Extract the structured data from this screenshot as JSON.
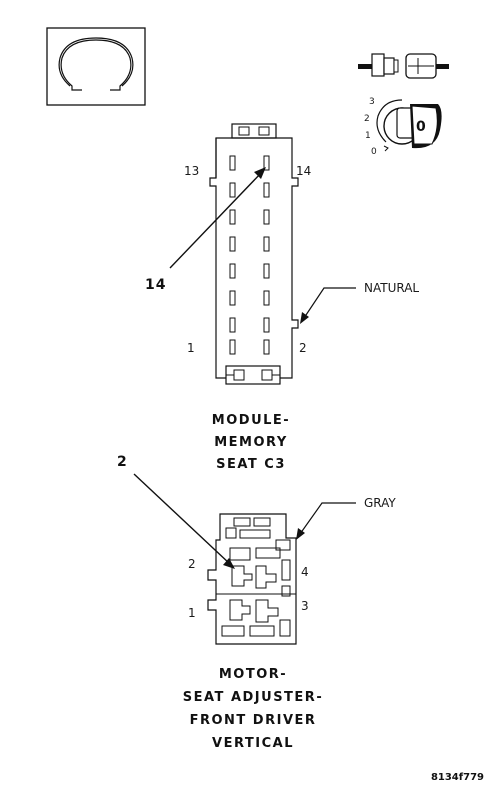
{
  "symbol": {
    "icon": "ohm-symbol-icon"
  },
  "key_switch": {
    "positions": [
      "3",
      "2",
      "1",
      "0"
    ],
    "key_label": "0",
    "icon": "ignition-key-icon",
    "connector_icon": "connector-plug-icon"
  },
  "connector_c3": {
    "pin_top_left": "13",
    "pin_top_right": "14",
    "pin_bottom_left": "1",
    "pin_bottom_right": "2",
    "color_label": "NATURAL",
    "callout_pin": "14",
    "title_lines": [
      "MODULE-",
      "MEMORY",
      "SEAT C3"
    ]
  },
  "connector_motor": {
    "callout_pin": "2",
    "color_label": "GRAY",
    "pin_left_upper": "2",
    "pin_left_lower": "1",
    "pin_right_upper": "4",
    "pin_right_lower": "3",
    "title_lines": [
      "MOTOR-",
      "SEAT ADJUSTER-",
      "FRONT DRIVER",
      "VERTICAL"
    ]
  },
  "figure_id": "8134f779"
}
